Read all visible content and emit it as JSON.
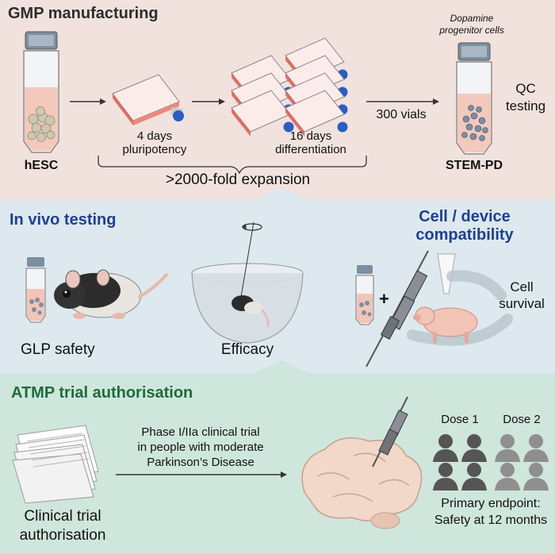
{
  "colors": {
    "gmp_title": "#2d2d2d",
    "invivo_title": "#1f3f8f",
    "atmp_title": "#1f6b3a",
    "panel1_bg": "#f2e2de",
    "panel2_bg": "#dde9ef",
    "panel3_bg": "#cfe6dc",
    "cap_blue": "#2a5ec4",
    "medium_pink": "#f0b8a8"
  },
  "gmp": {
    "title": "GMP manufacturing",
    "hesc": "hESC",
    "step1_line1": "4 days",
    "step1_line2": "pluripotency",
    "step2_line1": "16 days",
    "step2_line2": "differentiation",
    "expansion": ">2000-fold expansion",
    "vials": "300 vials",
    "product_line1": "Dopamine",
    "product_line2": "progenitor cells",
    "product_name": "STEM-PD",
    "qc_line1": "QC",
    "qc_line2": "testing"
  },
  "invivo": {
    "title": "In vivo testing",
    "glp": "GLP safety",
    "efficacy": "Efficacy",
    "compat_line1": "Cell / device",
    "compat_line2": "compatibility",
    "plus": "+",
    "survival_line1": "Cell",
    "survival_line2": "survival"
  },
  "atmp": {
    "title": "ATMP trial authorisation",
    "trial_line1": "Phase I/IIa clinical trial",
    "trial_line2": "in people with moderate",
    "trial_line3": "Parkinson’s Disease",
    "auth_line1": "Clinical trial",
    "auth_line2": "authorisation",
    "dose1": "Dose 1",
    "dose2": "Dose 2",
    "endpoint_line1": "Primary endpoint:",
    "endpoint_line2": "Safety at 12 months"
  }
}
